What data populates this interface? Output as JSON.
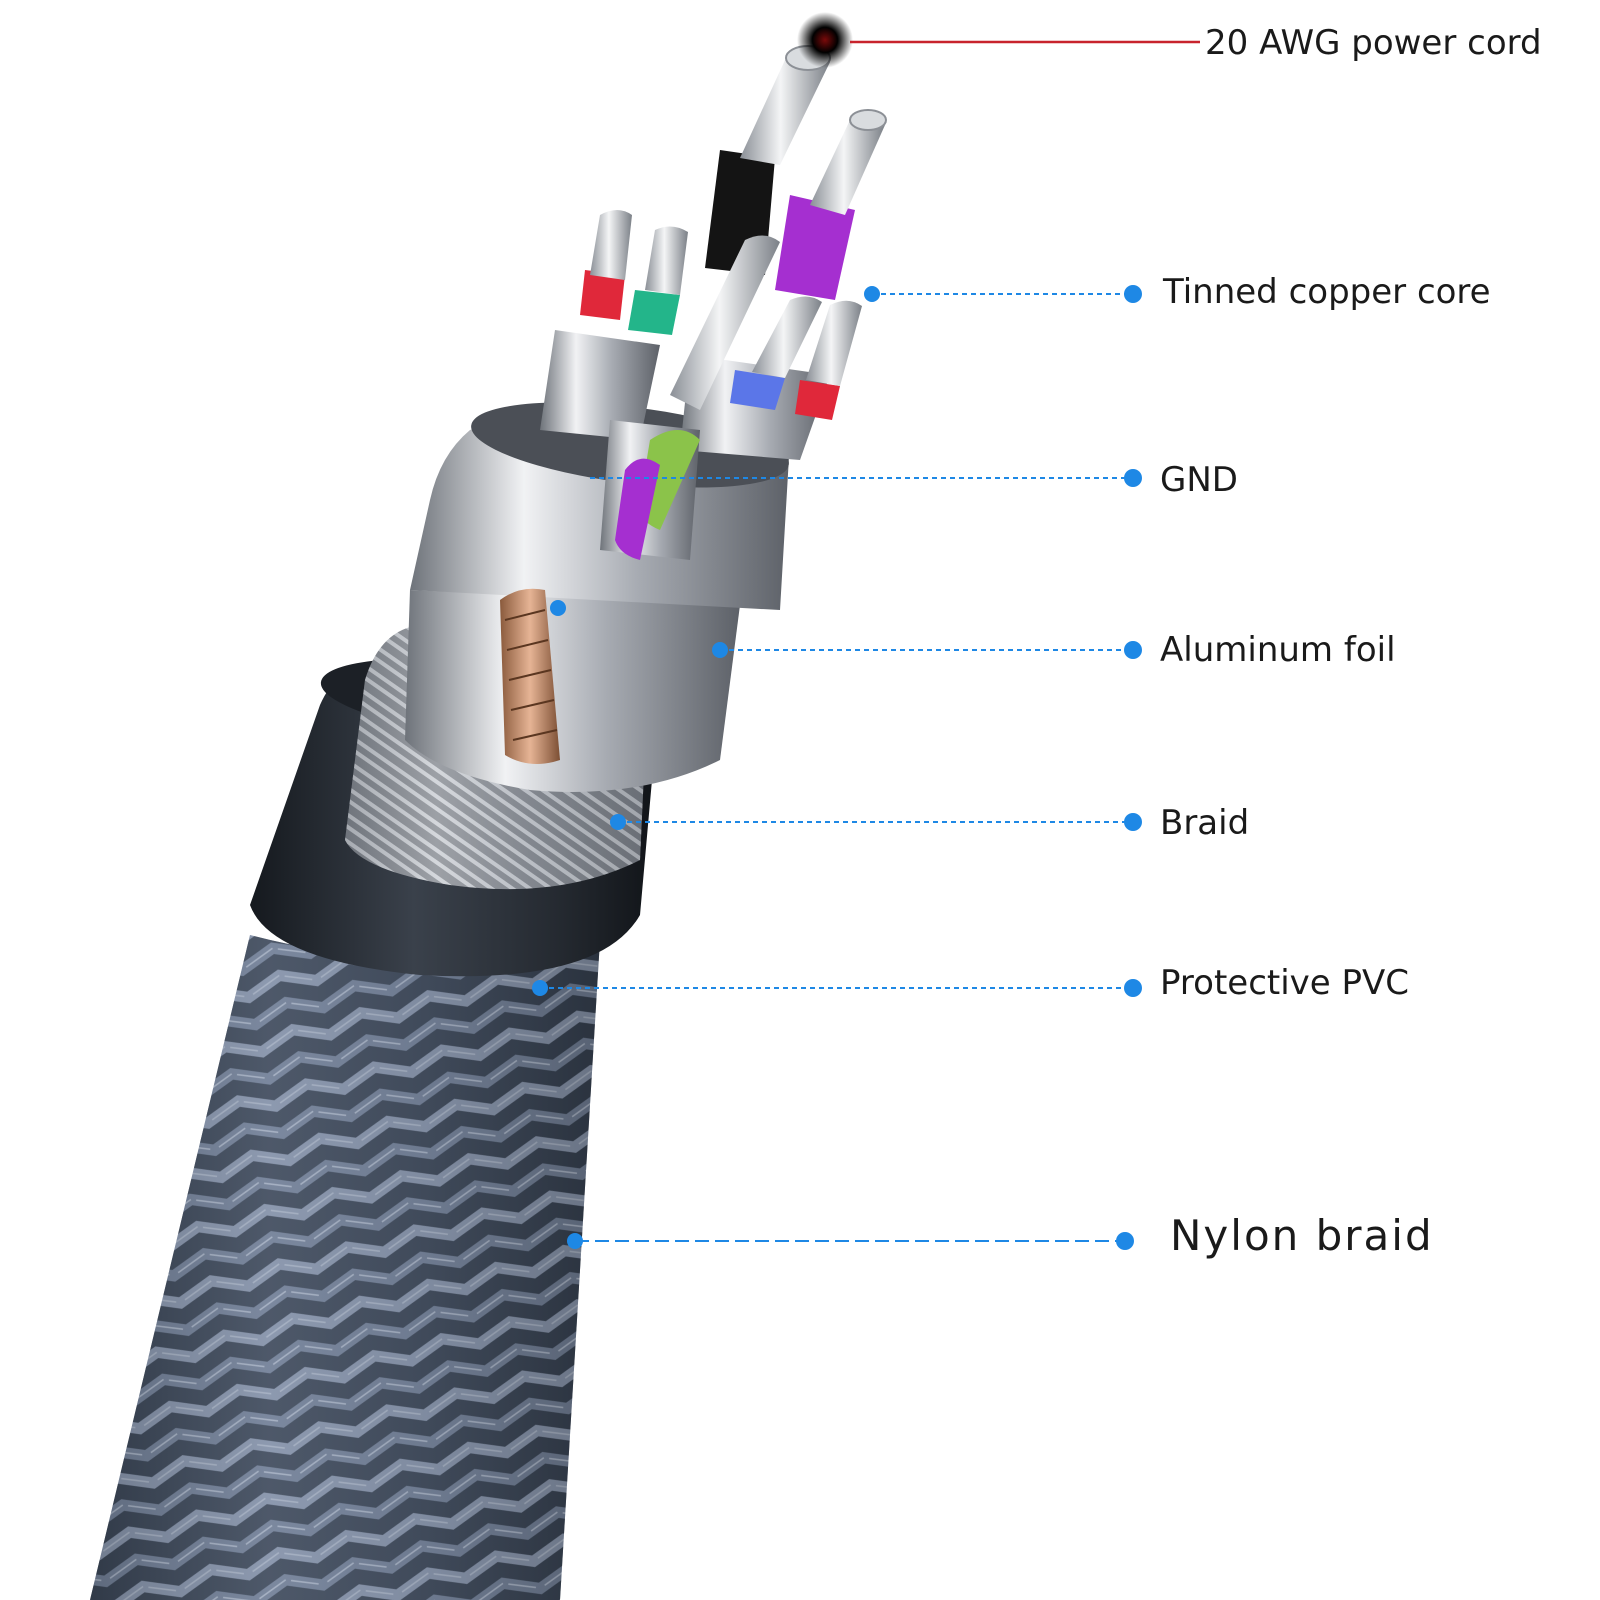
{
  "diagram": {
    "labels": [
      "20 AWG power cord",
      "Tinned copper core",
      "GND",
      "Aluminum foil",
      "Braid",
      "Protective PVC",
      "Nylon braid"
    ]
  },
  "colors": {
    "callout_top": "#c8232c",
    "callout_blue": "#1e88e5",
    "nylon_braid": "#5e6b80",
    "pvc_jacket": "#2a2f36",
    "foil": "#c9ccd1",
    "wire_red": "#e0283a",
    "wire_green": "#23b58a",
    "wire_purple": "#a52fd0",
    "wire_blue": "#5b76e8",
    "wire_lime": "#8bc34a",
    "wire_black": "#141414"
  }
}
